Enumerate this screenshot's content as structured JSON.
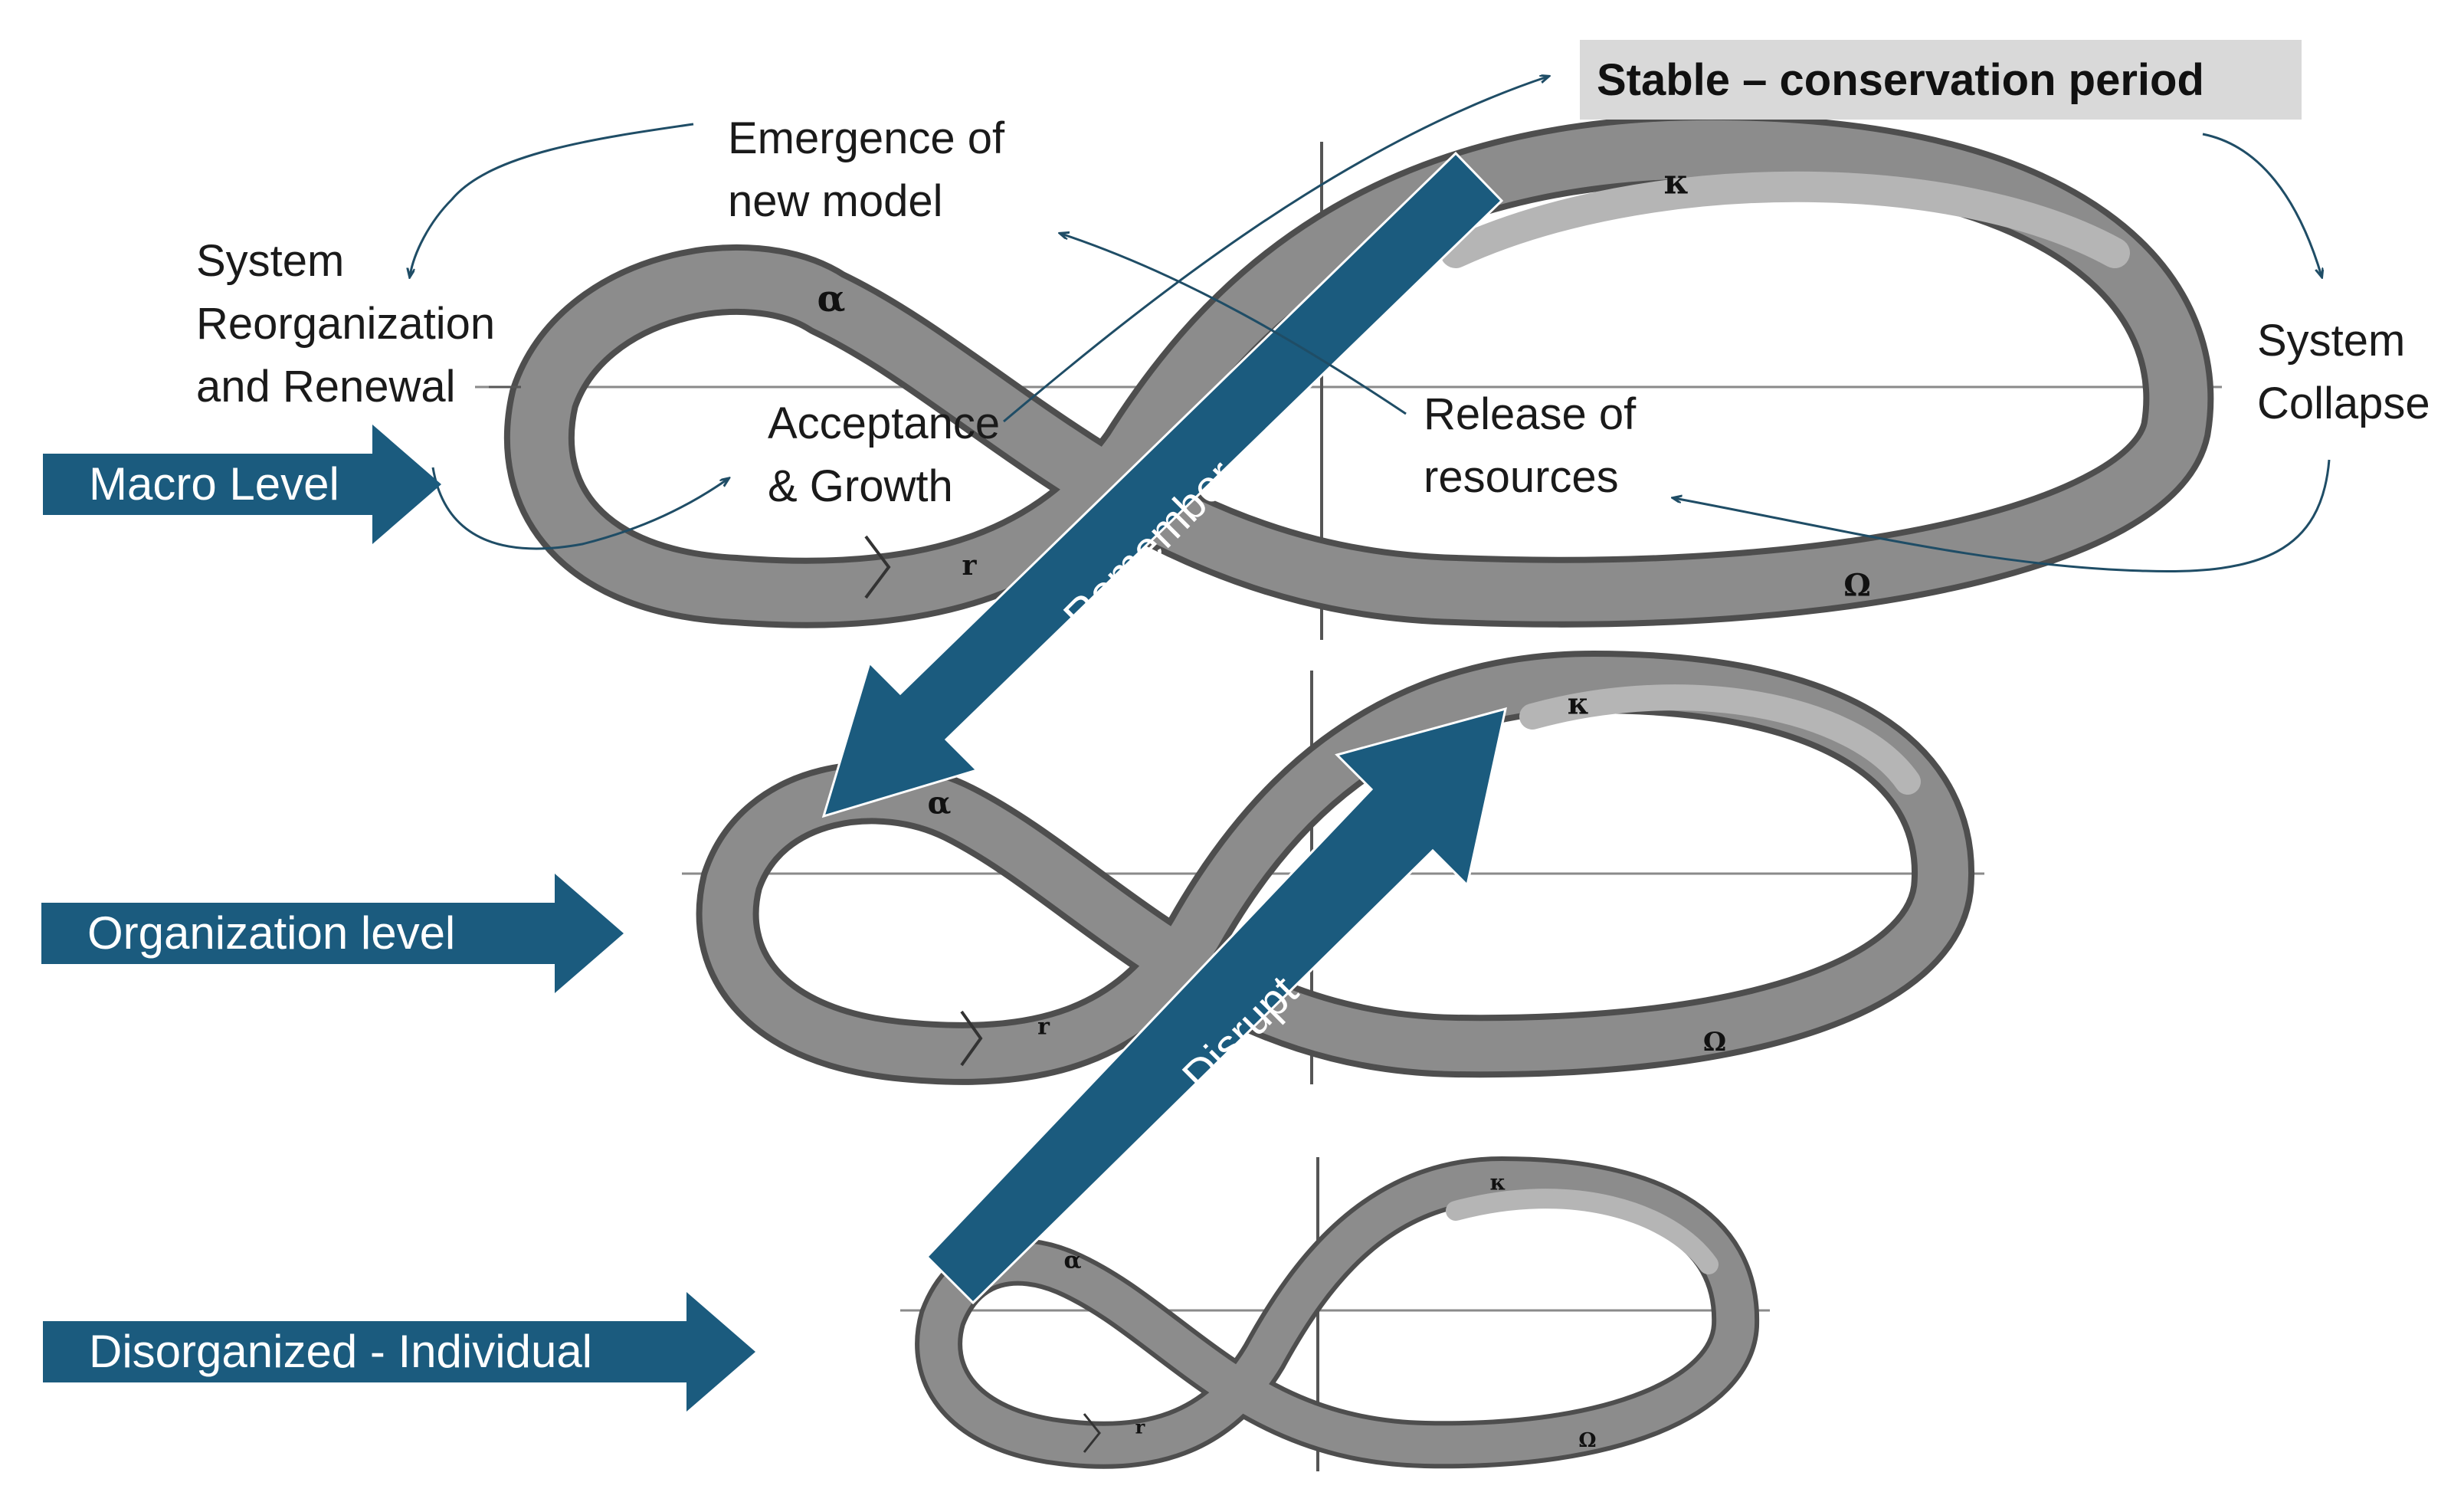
{
  "labels": {
    "stable": "Stable – conservation period",
    "emergence": [
      "Emergence of",
      "new model"
    ],
    "reorganization": [
      "System",
      "Reorganization",
      "and Renewal"
    ],
    "acceptance": [
      "Acceptance",
      "& Growth"
    ],
    "release": [
      "Release of",
      "resources"
    ],
    "collapse": [
      "System",
      "Collapse"
    ]
  },
  "levels": {
    "macro": "Macro Level",
    "organization": "Organization level",
    "individual": "Disorganized - Individual"
  },
  "diagonal_arrows": {
    "remember": "Remember",
    "disrupt": "Disrupt"
  },
  "greek": {
    "alpha": "α",
    "kappa": "κ",
    "omega": "Ω",
    "r": "r"
  },
  "colors": {
    "arrow_blue": "#1b5b7e",
    "band_dark": "#5a5a5a",
    "band_light": "#c4c4c4",
    "stable_bg": "#d9d9d9",
    "connector": "#1f4d66"
  }
}
